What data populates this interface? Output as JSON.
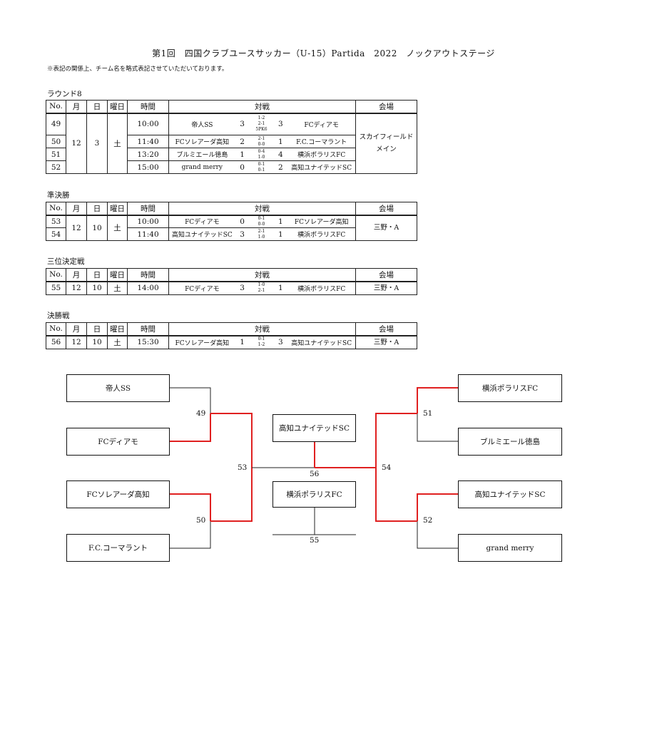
{
  "title": "第1回　四国クラブユースサッカー（U-15）Partida　2022　ノックアウトステージ",
  "note": "※表記の関係上、チーム名を略式表記させていただいております。",
  "headers": {
    "no": "No.",
    "month": "月",
    "day": "日",
    "weekday": "曜日",
    "time": "時間",
    "match": "対戦",
    "venue": "会場"
  },
  "sections": {
    "r8": {
      "label": "ラウンド8",
      "month": "12",
      "day": "3",
      "weekday": "土",
      "venue_line1": "スカイフィールド",
      "venue_line2": "メイン",
      "rows": [
        {
          "no": "49",
          "time": "10:00",
          "home": "帝人SS",
          "hs": "3",
          "p1": "1-2",
          "p2": "2-1",
          "p3": "5PK6",
          "as": "3",
          "away": "FCディアモ"
        },
        {
          "no": "50",
          "time": "11:40",
          "home": "FCソレアーダ高知",
          "hs": "2",
          "p1": "2-1",
          "p2": "0-0",
          "p3": "",
          "as": "1",
          "away": "F.C.コーマラント"
        },
        {
          "no": "51",
          "time": "13:20",
          "home": "ブルミエール徳島",
          "hs": "1",
          "p1": "0-4",
          "p2": "1-0",
          "p3": "",
          "as": "4",
          "away": "横浜ポラリスFC"
        },
        {
          "no": "52",
          "time": "15:00",
          "home": "grand merry",
          "hs": "0",
          "p1": "0-1",
          "p2": "0-1",
          "p3": "",
          "as": "2",
          "away": "高知ユナイテッドSC"
        }
      ]
    },
    "sf": {
      "label": "準決勝",
      "month": "12",
      "day": "10",
      "weekday": "土",
      "venue": "三野・A",
      "rows": [
        {
          "no": "53",
          "time": "10:00",
          "home": "FCディアモ",
          "hs": "0",
          "p1": "0-1",
          "p2": "0-0",
          "as": "1",
          "away": "FCソレアーダ高知"
        },
        {
          "no": "54",
          "time": "11:40",
          "home": "高知ユナイテッドSC",
          "hs": "3",
          "p1": "2-1",
          "p2": "1-0",
          "as": "1",
          "away": "横浜ポラリスFC"
        }
      ]
    },
    "third": {
      "label": "三位決定戦",
      "row": {
        "no": "55",
        "month": "12",
        "day": "10",
        "weekday": "土",
        "time": "14:00",
        "home": "FCディアモ",
        "hs": "3",
        "p1": "1-0",
        "p2": "2-1",
        "as": "1",
        "away": "横浜ポラリスFC",
        "venue": "三野・A"
      }
    },
    "final": {
      "label": "決勝戦",
      "row": {
        "no": "56",
        "month": "12",
        "day": "10",
        "weekday": "土",
        "time": "15:30",
        "home": "FCソレアーダ高知",
        "hs": "1",
        "p1": "0-1",
        "p2": "1-2",
        "as": "3",
        "away": "高知ユナイテッドSC",
        "venue": "三野・A"
      }
    }
  },
  "bracket": {
    "left_teams": [
      "帝人SS",
      "FCディアモ",
      "FCソレアーダ高知",
      "F.C.コーマラント"
    ],
    "right_teams": [
      "横浜ポラリスFC",
      "ブルミエール徳島",
      "高知ユナイテッドSC",
      "grand merry"
    ],
    "champion": "高知ユナイテッドSC",
    "third_place": "横浜ポラリスFC",
    "labels": {
      "m49": "49",
      "m50": "50",
      "m51": "51",
      "m52": "52",
      "m53": "53",
      "m54": "54",
      "m55": "55",
      "m56": "56"
    },
    "colors": {
      "winner": "#e02020",
      "line": "#222222"
    }
  }
}
